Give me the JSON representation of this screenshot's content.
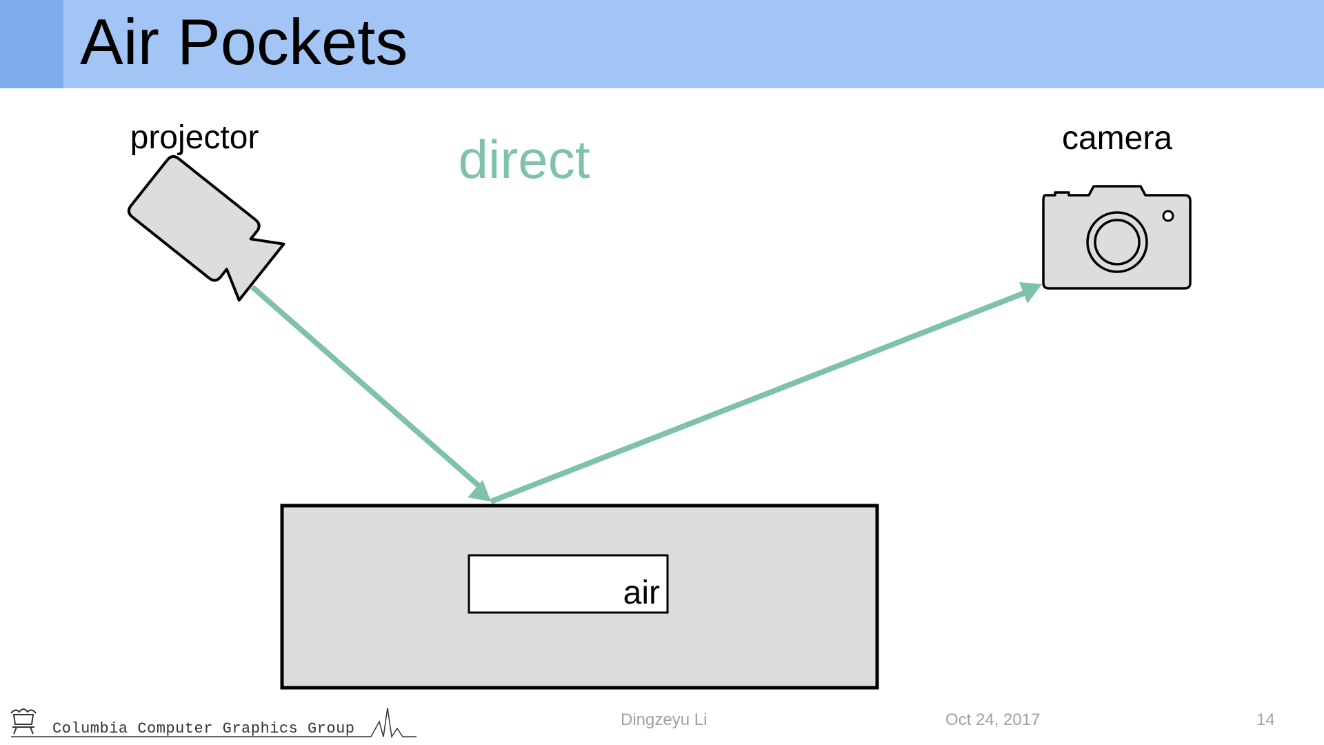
{
  "slide": {
    "title": "Air Pockets"
  },
  "diagram": {
    "projector_label": "projector",
    "camera_label": "camera",
    "path_label": "direct",
    "pocket_label": "air"
  },
  "footer": {
    "group_name": "Columbia Computer Graphics Group",
    "author": "Dingzeyu Li",
    "date": "Oct 24, 2017",
    "page_number": "14"
  },
  "colors": {
    "title_bar": "#a3c5f6",
    "title_accent": "#7eaef0",
    "ray": "#7fc2a8",
    "object_fill": "#dcdddf",
    "footer_text": "#a0a0a0"
  },
  "icons": {
    "projector": "video-camera-icon",
    "camera": "photo-camera-icon",
    "logo": "columbia-crown-icon"
  }
}
